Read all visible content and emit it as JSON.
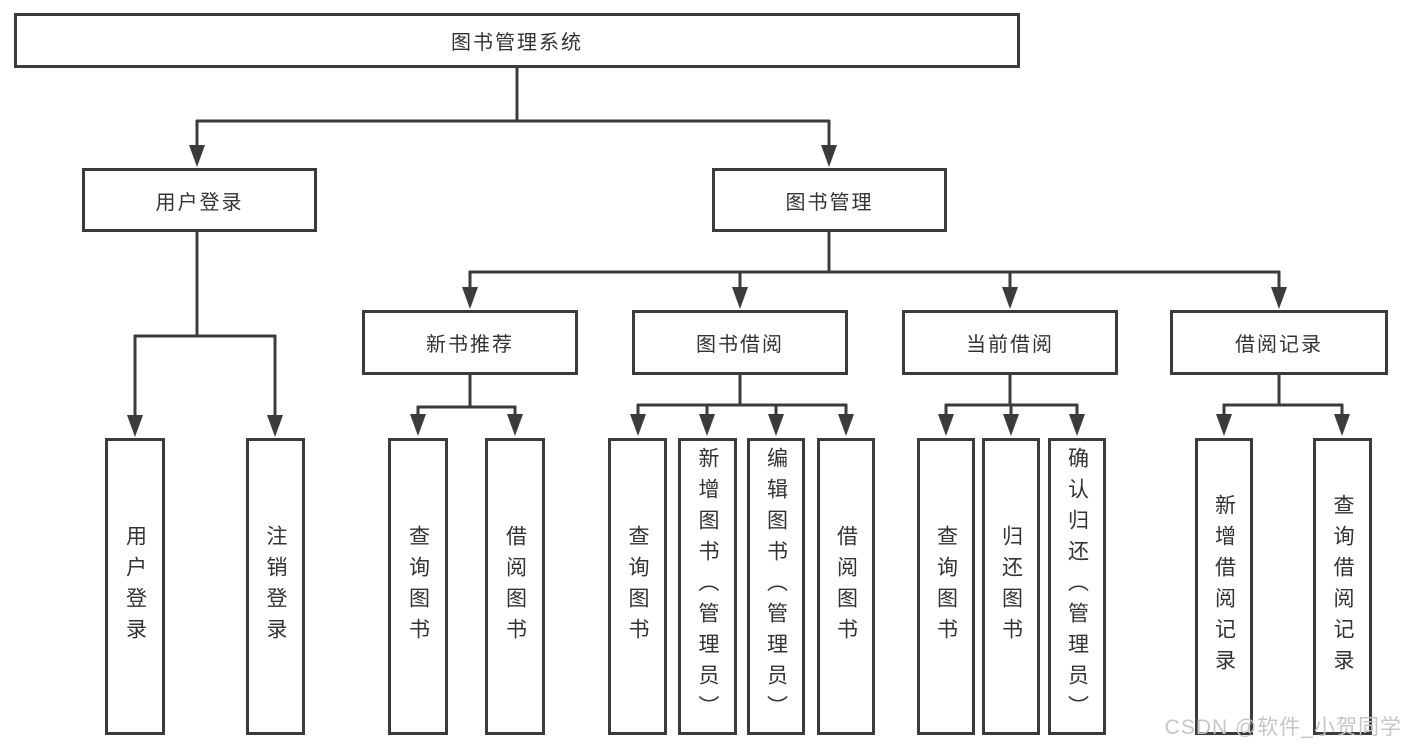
{
  "diagram": {
    "root": {
      "label": "图书管理系统"
    },
    "branches": [
      {
        "label": "用户登录",
        "children": [
          {
            "label": "用户登录"
          },
          {
            "label": "注销登录"
          }
        ]
      },
      {
        "label": "图书管理",
        "children": [
          {
            "label": "新书推荐",
            "children": [
              {
                "label": "查询图书"
              },
              {
                "label": "借阅图书"
              }
            ]
          },
          {
            "label": "图书借阅",
            "children": [
              {
                "label": "查询图书"
              },
              {
                "label": "新增图书（管理员）"
              },
              {
                "label": "编辑图书（管理员）"
              },
              {
                "label": "借阅图书"
              }
            ]
          },
          {
            "label": "当前借阅",
            "children": [
              {
                "label": "查询图书"
              },
              {
                "label": "归还图书"
              },
              {
                "label": "确认归还（管理员）"
              }
            ]
          },
          {
            "label": "借阅记录",
            "children": [
              {
                "label": "新增借阅记录"
              },
              {
                "label": "查询借阅记录"
              }
            ]
          }
        ]
      }
    ]
  },
  "colors": {
    "line": "#3b3b3b",
    "text": "#333333",
    "background": "#ffffff",
    "watermark_text": "#c6c6c6"
  },
  "watermark": {
    "text": "CSDN @软件_小贺同学"
  }
}
